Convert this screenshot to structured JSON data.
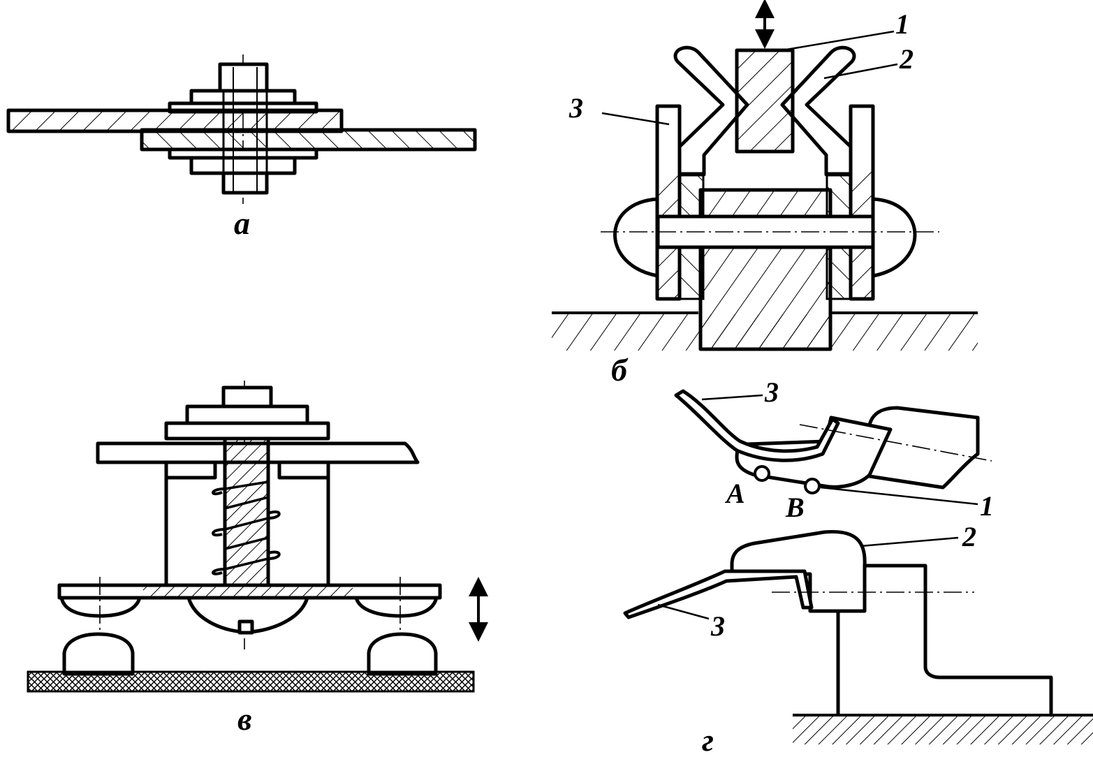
{
  "figure": {
    "panels": [
      {
        "id": "a",
        "caption": "a"
      },
      {
        "id": "b",
        "caption": "б",
        "labels": [
          "1",
          "2",
          "3"
        ]
      },
      {
        "id": "v",
        "caption": "в"
      },
      {
        "id": "g",
        "caption": "г",
        "labels": [
          "3",
          "A",
          "B",
          "1",
          "2",
          "3"
        ]
      }
    ]
  }
}
